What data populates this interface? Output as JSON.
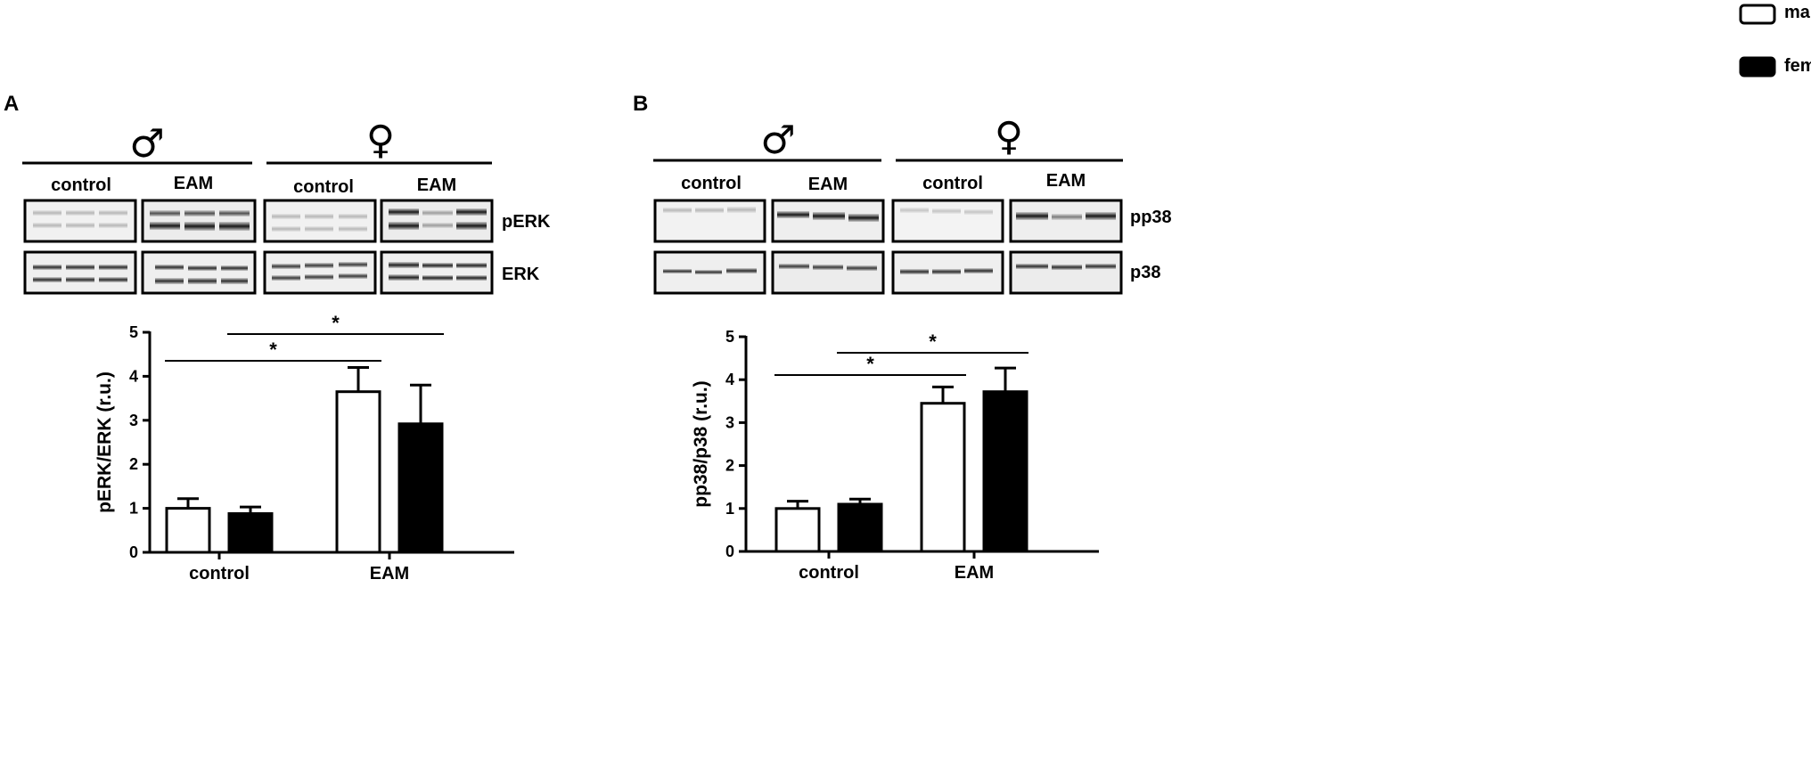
{
  "legend": {
    "placement": "top-right",
    "items": [
      {
        "label": "male",
        "color": "#ffffff"
      },
      {
        "label": "female",
        "color": "#000000"
      }
    ]
  },
  "panels": [
    {
      "letter": "A",
      "sex_symbols": {
        "male": "♂",
        "female": "♀"
      },
      "lane_groups": [
        "control",
        "EAM",
        "control",
        "EAM"
      ],
      "blot_labels": [
        "pERK",
        "ERK"
      ]
    },
    {
      "letter": "B",
      "sex_symbols": {
        "male": "♂",
        "female": "♀"
      },
      "lane_groups": [
        "control",
        "EAM",
        "control",
        "EAM"
      ],
      "blot_labels": [
        "pp38",
        "p38"
      ]
    }
  ],
  "chart_data": [
    {
      "type": "bar",
      "categories": [
        "control",
        "EAM"
      ],
      "series": [
        {
          "name": "male",
          "color": "#ffffff",
          "values": [
            1.0,
            3.65
          ],
          "errors": [
            0.22,
            0.55
          ]
        },
        {
          "name": "female",
          "color": "#000000",
          "values": [
            0.88,
            2.92
          ],
          "errors": [
            0.15,
            0.88
          ]
        }
      ],
      "xlabel": "",
      "ylabel": "pERK/ERK (r.u.)",
      "ylim": [
        0,
        5
      ],
      "yticks": [
        0,
        1,
        2,
        3,
        4,
        5
      ],
      "grid": false,
      "significance": [
        {
          "from": "control/male",
          "to": "EAM/male",
          "label": "*"
        },
        {
          "from": "control/female",
          "to": "EAM/female",
          "label": "*"
        }
      ]
    },
    {
      "type": "bar",
      "categories": [
        "control",
        "EAM"
      ],
      "series": [
        {
          "name": "male",
          "color": "#ffffff",
          "values": [
            1.0,
            3.45
          ],
          "errors": [
            0.17,
            0.38
          ]
        },
        {
          "name": "female",
          "color": "#000000",
          "values": [
            1.1,
            3.72
          ],
          "errors": [
            0.12,
            0.55
          ]
        }
      ],
      "xlabel": "",
      "ylabel": "pp38/p38 (r.u.)",
      "ylim": [
        0,
        5
      ],
      "yticks": [
        0,
        1,
        2,
        3,
        4,
        5
      ],
      "grid": false,
      "significance": [
        {
          "from": "control/male",
          "to": "EAM/male",
          "label": "*"
        },
        {
          "from": "control/female",
          "to": "EAM/female",
          "label": "*"
        }
      ]
    }
  ]
}
